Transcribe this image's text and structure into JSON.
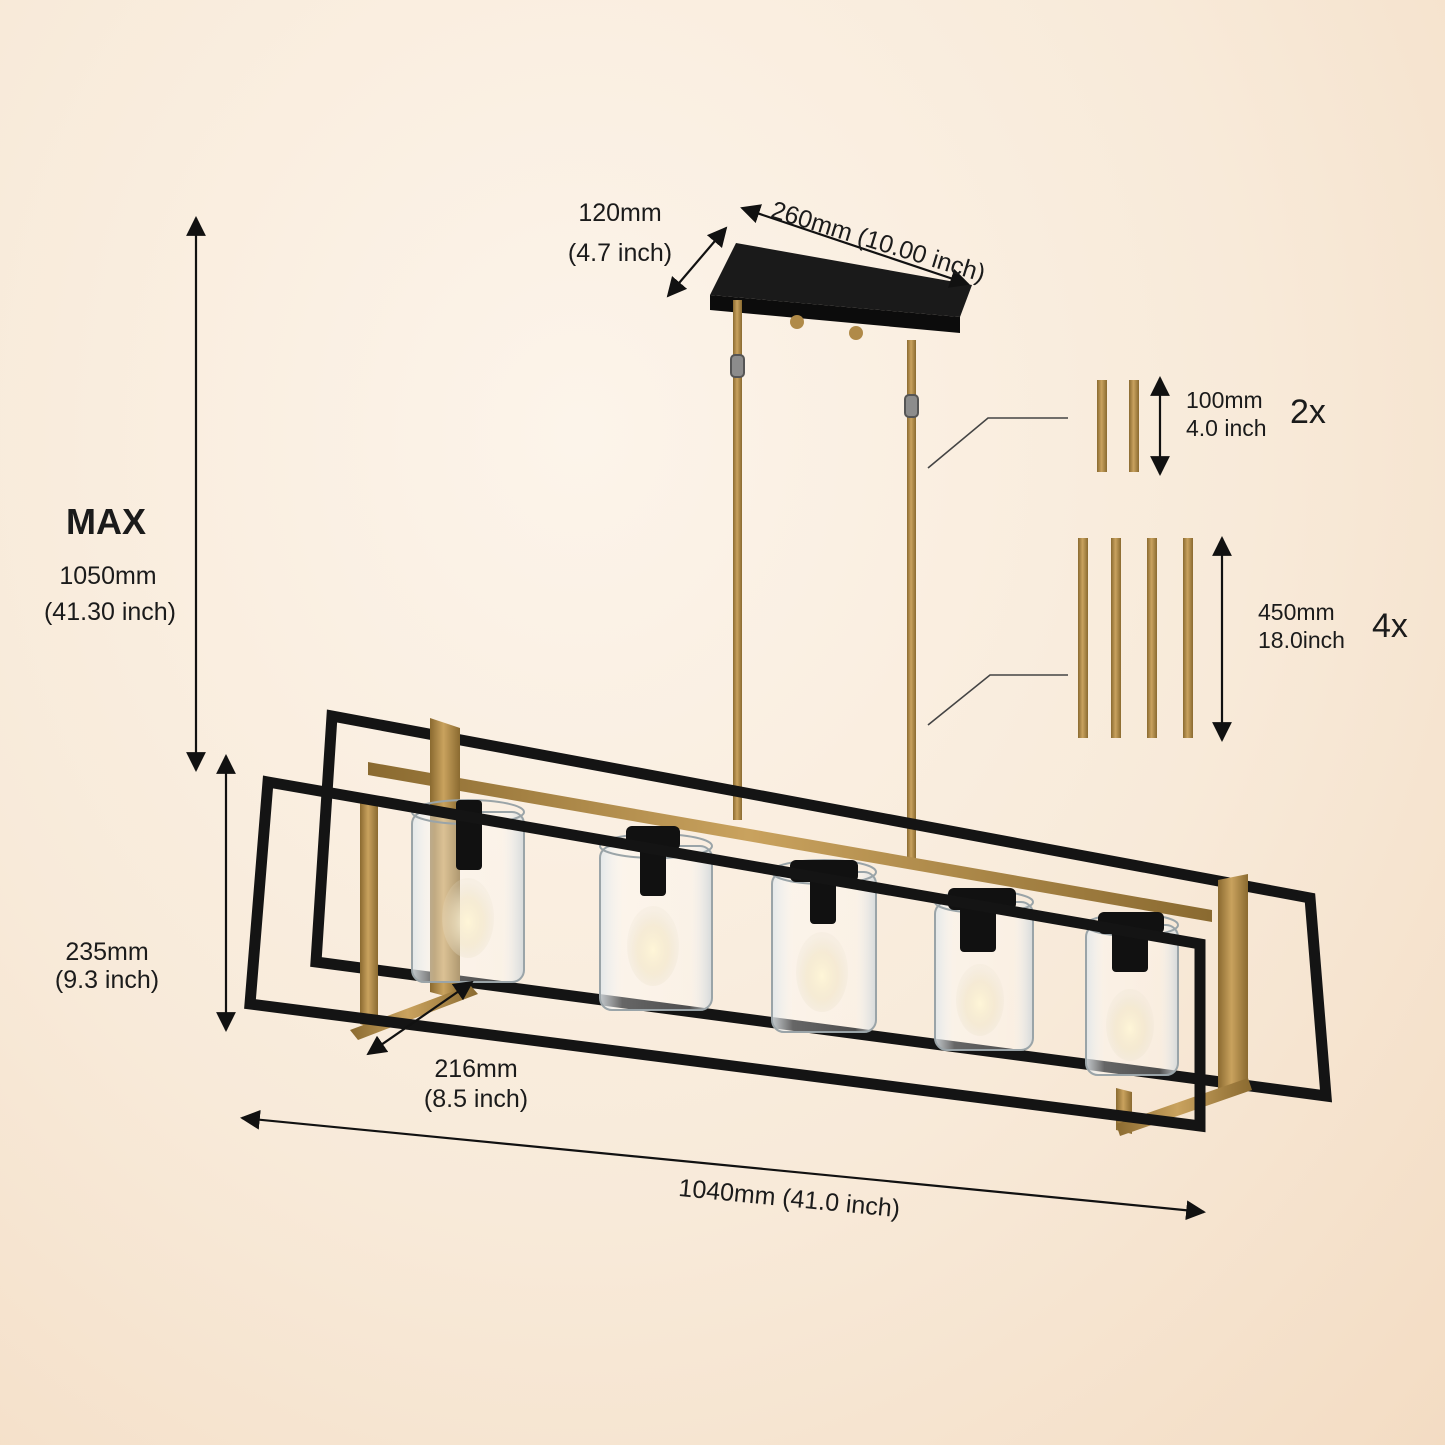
{
  "dimensions": {
    "canopy_length": "260mm (10.00 inch)",
    "canopy_width_mm": "120mm",
    "canopy_width_in": "(4.7 inch)",
    "max_label": "MAX",
    "max_height_mm": "1050mm",
    "max_height_in": "(41.30 inch)",
    "frame_height_mm": "235mm",
    "frame_height_in": "(9.3 inch)",
    "frame_depth_mm": "216mm",
    "frame_depth_in": "(8.5 inch)",
    "total_length": "1040mm (41.0 inch)"
  },
  "rods": {
    "short": {
      "length_mm": "100mm",
      "length_in": "4.0 inch",
      "qty": "2x"
    },
    "long": {
      "length_mm": "450mm",
      "length_in": "18.0inch",
      "qty": "4x"
    }
  },
  "colors": {
    "brass": "#b08a48",
    "black": "#141414",
    "background": "#f8ead9"
  }
}
